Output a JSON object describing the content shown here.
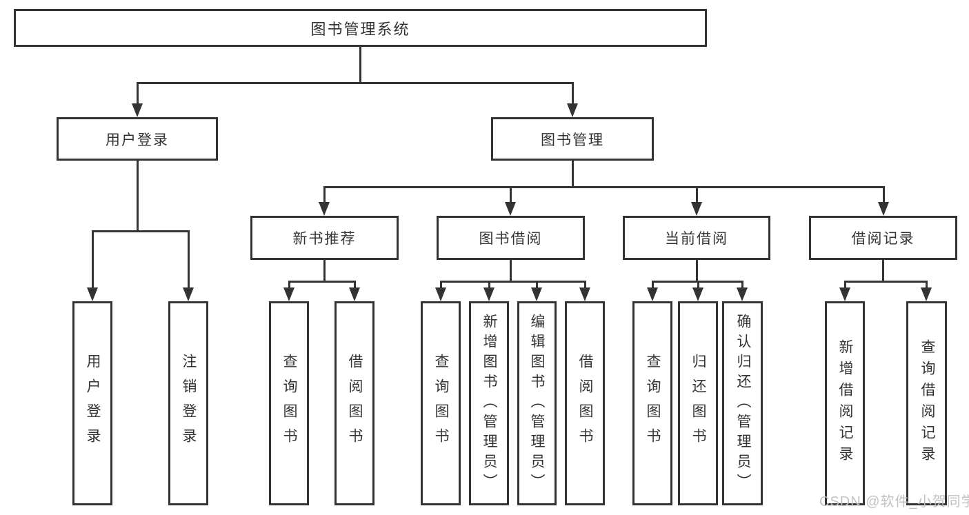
{
  "nodes": {
    "root": {
      "label": "图书管理系统"
    },
    "user_login": {
      "label": "用户登录"
    },
    "book_mgmt": {
      "label": "图书管理"
    },
    "new_book_rec": {
      "label": "新书推荐"
    },
    "book_borrow": {
      "label": "图书借阅"
    },
    "current_borrow": {
      "label": "当前借阅"
    },
    "borrow_records": {
      "label": "借阅记录"
    },
    "leaves": {
      "ul_login": {
        "label": "用户登录"
      },
      "ul_logout": {
        "label": "注销登录"
      },
      "nb_query_books": {
        "label": "查询图书"
      },
      "nb_borrow_books": {
        "label": "借阅图书"
      },
      "bb_query_books": {
        "label": "查询图书"
      },
      "bb_add_books": {
        "label": "新增图书（管理员）"
      },
      "bb_edit_books": {
        "label": "编辑图书（管理员）"
      },
      "bb_borrow_books": {
        "label": "借阅图书"
      },
      "cb_query_books": {
        "label": "查询图书"
      },
      "cb_return_books": {
        "label": "归还图书"
      },
      "cb_confirm_return": {
        "label": "确认归还（管理员）"
      },
      "br_add_record": {
        "label": "新增借阅记录"
      },
      "br_query_record": {
        "label": "查询借阅记录"
      }
    }
  },
  "watermark": {
    "text": "CSDN @软件_小贺同学"
  },
  "colors": {
    "line": "#333333",
    "text": "#333333",
    "background": "#ffffff",
    "watermark": "#c2c2c2"
  }
}
